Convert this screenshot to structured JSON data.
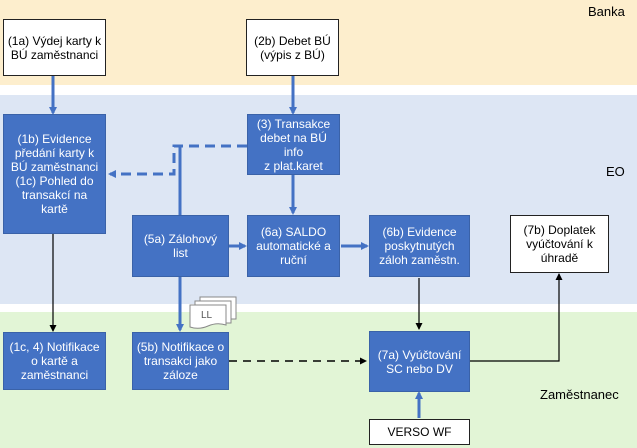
{
  "lanes": {
    "bank": "Banka",
    "eo": "EO",
    "employee": "Zaměstnanec"
  },
  "boxes": {
    "b1a": "(1a) Výdej karty k\nBÚ zaměstnanci",
    "b2b": "(2b) Debet BÚ\n(výpis z BÚ)",
    "b1b": "(1b) Evidence\npředání karty k\nBÚ zaměstnanci\n(1c) Pohled do\ntransakcí na\nkartě",
    "b3": "(3) Transakce\ndebet na BÚ info\nz plat.karet",
    "b5a": "(5a) Zálohový\nlist",
    "b6a": "(6a) SALDO\nautomatické a\nruční",
    "b6b": "(6b) Evidence\nposkytnutých\nzáloh zaměstn.",
    "b7b": "(7b) Doplatek\nvyúčtování k\núhradě",
    "b1c4": "(1c, 4) Notifikace\no kartě a\nzaměstnanci",
    "b5b": "(5b) Notifikace o\ntransakci jako\nzáloze",
    "b7a": "(7a) Vyúčtování\nSC nebo DV",
    "verso": "VERSO WF"
  },
  "doc_icon_label": "LL",
  "colors": {
    "bank_lane": "#fdeecd",
    "eo_lane": "#dde6f4",
    "employee_lane": "#e2f5d6",
    "box_blue": "#4472c4",
    "arrow_blue": "#4472c4"
  }
}
